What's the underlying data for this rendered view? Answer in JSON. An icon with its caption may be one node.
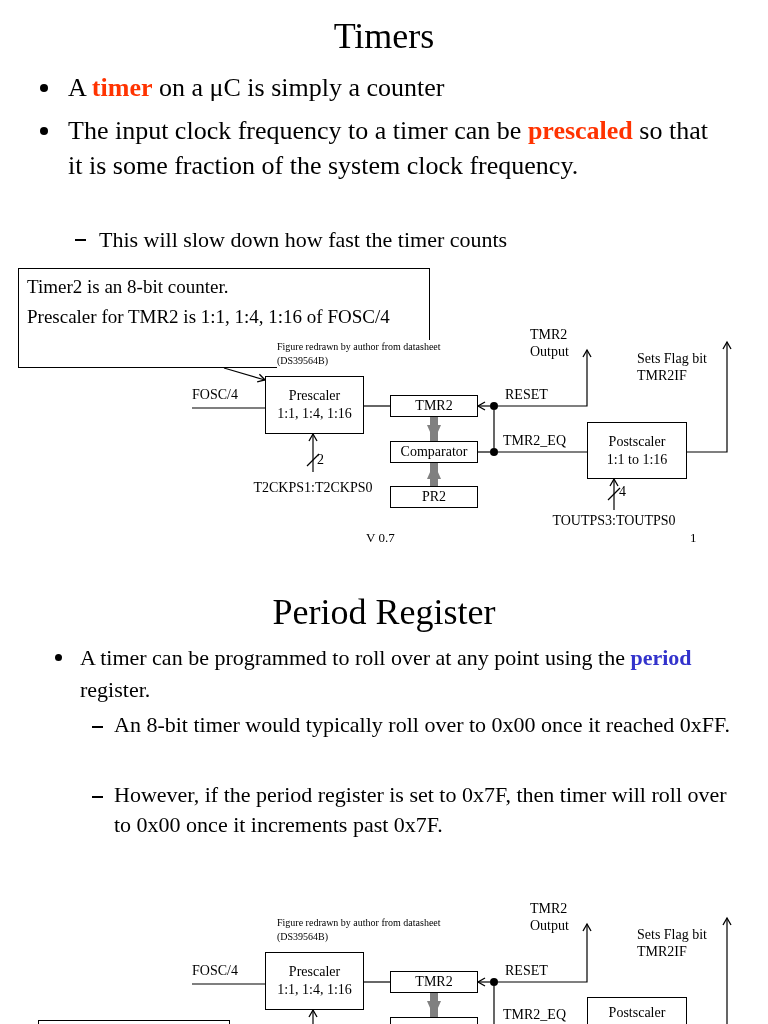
{
  "diagram": {
    "title": "Timers",
    "nodes": [
      {
        "text": [
          "Timer2 is an 8-bit counter.",
          "Prescaler for TMR2 is 1:1, 1:4, 1:16 of FOSC/4"
        ]
      },
      {
        "text": [
          "Prescaler",
          "1:1, 1:4, 1:16"
        ]
      },
      {
        "text": [
          "TMR2"
        ]
      },
      {
        "text": [
          "Comparator"
        ]
      },
      {
        "text": [
          "PR2"
        ]
      },
      {
        "text": [
          "Postscaler",
          "1:1 to 1:16"
        ]
      },
      {
        "text": [],
        "shape": "circle"
      },
      {
        "text": [],
        "shape": "circle"
      },
      {
        "text": [
          "Prescaler",
          "1:1, 1:4, 1:16"
        ]
      },
      {
        "text": [
          "TMR2"
        ]
      },
      {
        "text": [],
        "shape": "box"
      },
      {
        "text": [],
        "shape": "box"
      },
      {
        "text": [
          "Postscaler"
        ]
      },
      {
        "text": [],
        "shape": "circle"
      }
    ],
    "edges": [
      {
        "from": 0,
        "to": 1,
        "arrow": "to"
      },
      {
        "from": null,
        "to": 1,
        "arrow": "none",
        "label": "FOSC/4"
      },
      {
        "from": 1,
        "to": 2,
        "arrow": "none"
      },
      {
        "from": 2,
        "to": 3,
        "arrow": "to",
        "style": "thick",
        "color": "#808080"
      },
      {
        "from": 4,
        "to": 3,
        "arrow": "to",
        "style": "thick",
        "color": "#808080"
      },
      {
        "from": 3,
        "to": 7,
        "arrow": "none"
      },
      {
        "from": 7,
        "to": 6,
        "arrow": "none"
      },
      {
        "from": 6,
        "to": 2,
        "arrow": "to",
        "label": "RESET"
      },
      {
        "from": 6,
        "to": null,
        "arrow": "to",
        "label": "TMR2 Output"
      },
      {
        "from": 7,
        "to": 5,
        "arrow": "none",
        "label": "TMR2_EQ"
      },
      {
        "from": 5,
        "to": null,
        "arrow": "to",
        "label": "Sets Flag bit TMR2IF"
      },
      {
        "from": null,
        "to": 1,
        "arrow": "to",
        "label": "T2CKPS1:T2CKPS0"
      },
      {
        "from": null,
        "to": 5,
        "arrow": "to",
        "label": "TOUTPS3:TOUTPS0"
      },
      {
        "from": null,
        "to": 8,
        "arrow": "none",
        "label": "FOSC/4"
      },
      {
        "from": 8,
        "to": 9,
        "arrow": "none"
      },
      {
        "from": 9,
        "to": 11,
        "arrow": "to",
        "style": "thick",
        "color": "#808080"
      },
      {
        "from": 13,
        "to": 9,
        "arrow": "to",
        "label": "RESET"
      },
      {
        "from": 13,
        "to": null,
        "arrow": "to",
        "label": "TMR2 Output"
      },
      {
        "from": 12,
        "to": null,
        "arrow": "to",
        "label": "Sets Flag bit TMR2IF"
      },
      {
        "from": null,
        "to": 8,
        "arrow": "to"
      },
      {
        "from": null,
        "to": 13,
        "arrow": "none"
      }
    ],
    "labels": [
      "A **timer** on a  μC is simply a counter",
      "The input clock frequency to a timer can be **prescaled** so that it is some fraction of the system clock frequency.",
      "This will slow down how fast the timer counts",
      "Figure redrawn by author from datasheet (DS39564B)",
      "2",
      "4",
      "V 0.7",
      "1",
      "Period Register",
      "A timer can be programmed to roll over at any point using the **period** register.",
      "An 8-bit timer would typically roll over to 0x00 once it reached 0xFF.",
      "However, if the period register is set to 0x7F, then timer will roll over to 0x00 once it increments past 0x7F.",
      "Figure redrawn by author from datasheet (DS39564B)",
      "TMR2_EQ"
    ]
  }
}
